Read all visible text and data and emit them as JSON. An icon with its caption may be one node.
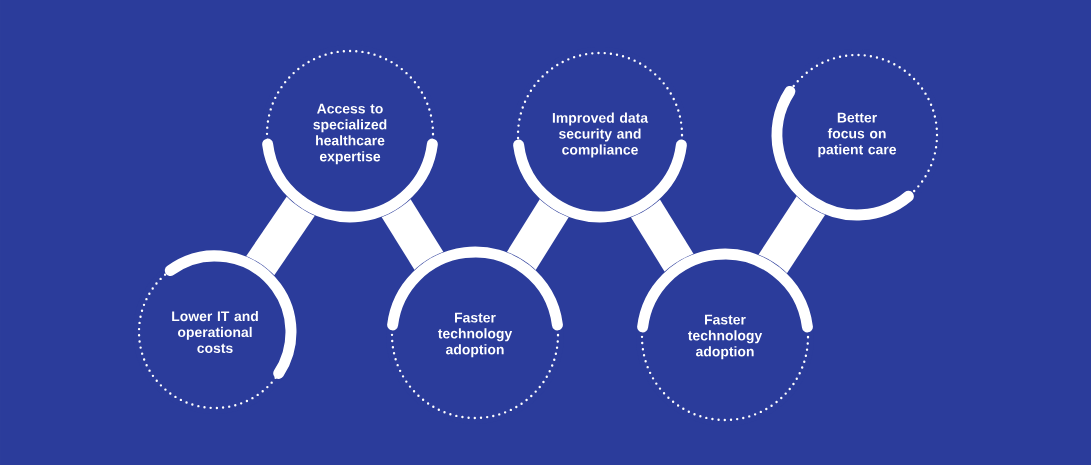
{
  "diagram": {
    "nodes": [
      {
        "text": [
          "Lower IT and operational costs"
        ]
      },
      {
        "text": [
          "Access to specialized healthcare expertise"
        ]
      },
      {
        "text": [
          "Faster technology adoption"
        ]
      },
      {
        "text": [
          "Improved data security and compliance"
        ]
      },
      {
        "text": [
          "Faster technology adoption"
        ]
      },
      {
        "text": [
          "Better focus on patient care"
        ]
      }
    ]
  }
}
